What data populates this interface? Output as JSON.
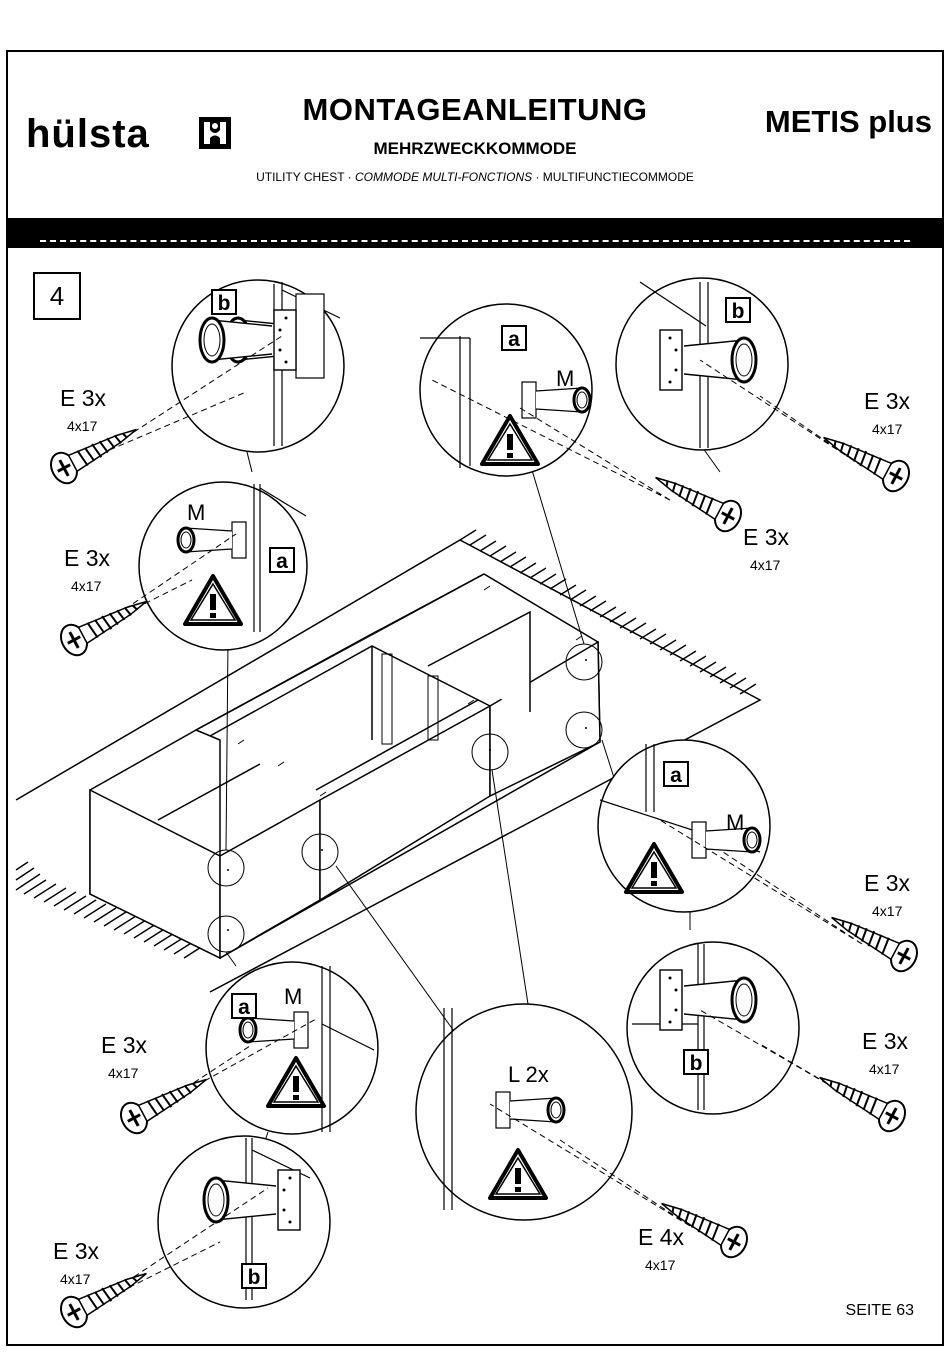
{
  "header": {
    "brand": "hülsta",
    "title": "MONTAGEANLEITUNG",
    "subtitle": "MEHRZWECKKOMMODE",
    "translations": {
      "en": "UTILITY CHEST",
      "sep1": " · ",
      "fr": "COMMODE MULTI-FONCTIONS",
      "sep2": " · ",
      "nl": "MULTIFUNCTIECOMMODE"
    },
    "model": "METIS plus"
  },
  "step": "4",
  "labels": {
    "a": "a",
    "b": "b",
    "m": "M",
    "l2": "L 2x",
    "e3": "E 3x",
    "e4": "E 4x",
    "size": "4x17"
  },
  "footer": {
    "page": "SEITE 63"
  }
}
